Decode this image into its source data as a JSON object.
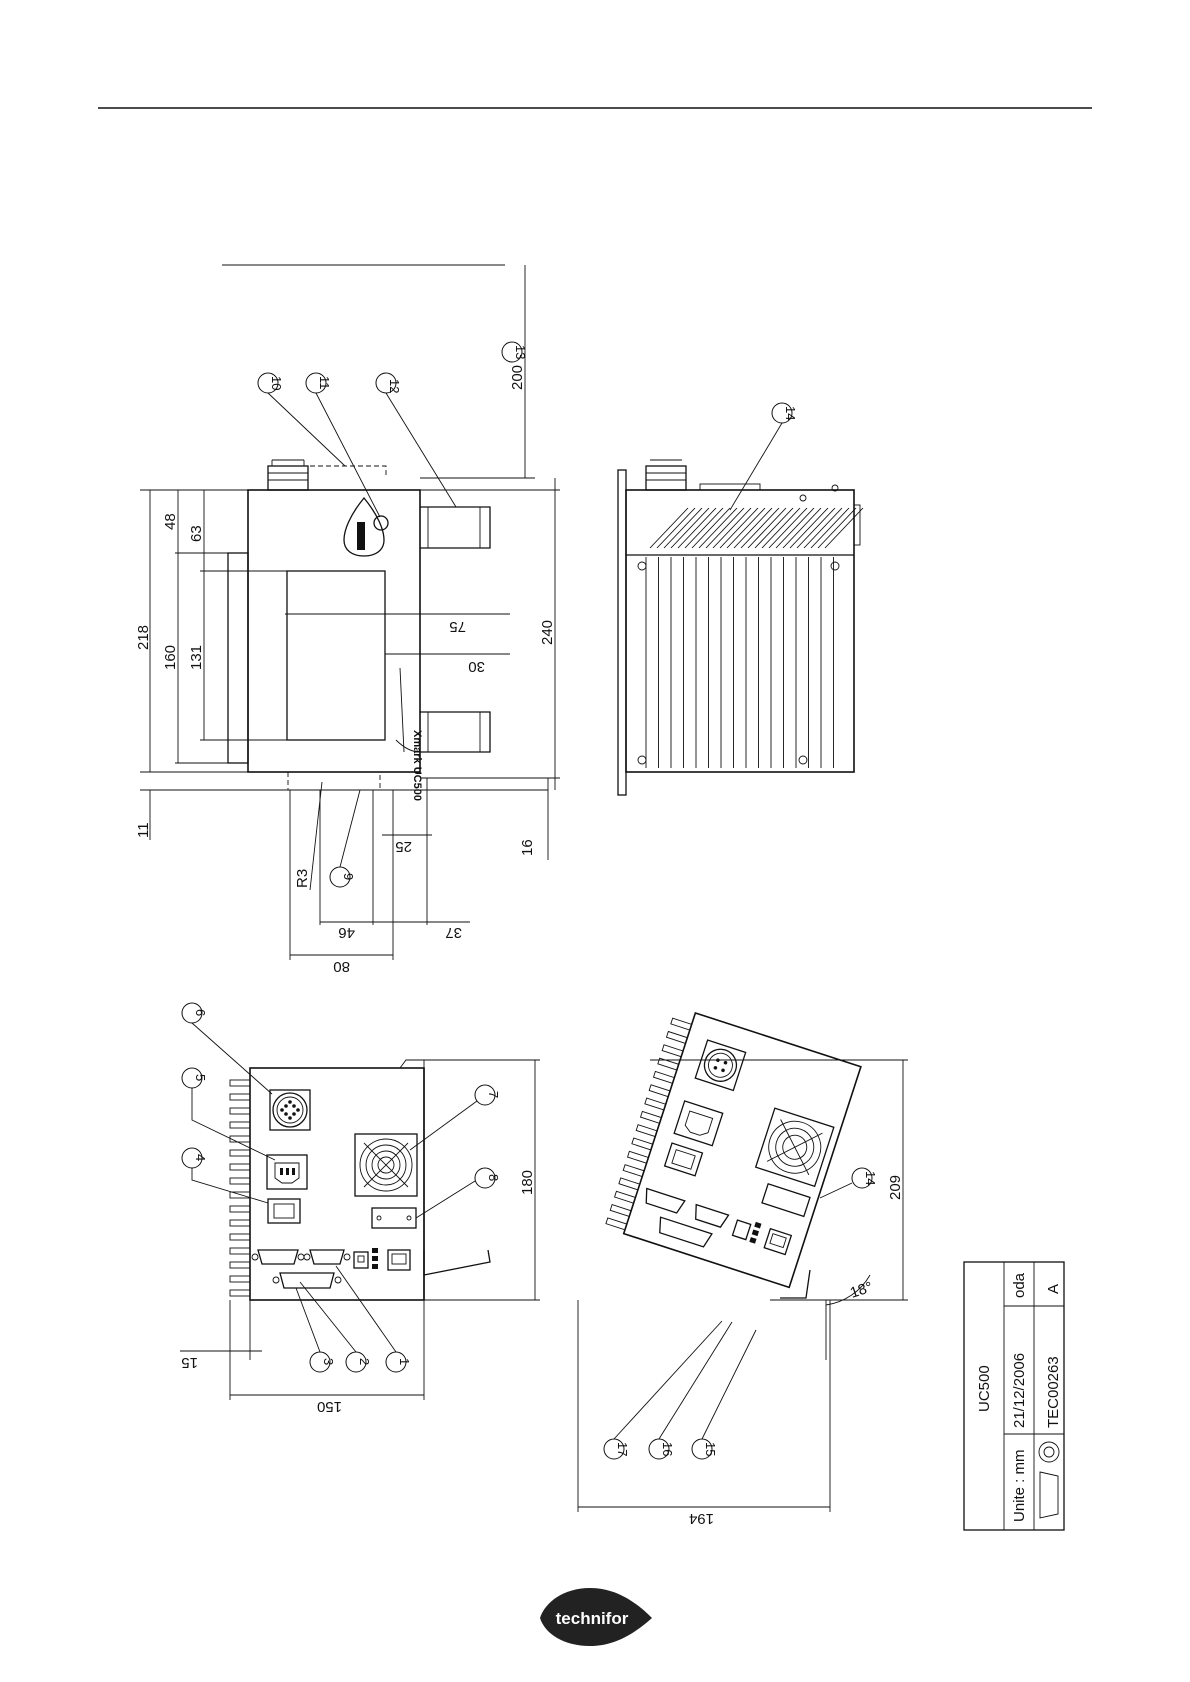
{
  "views": {
    "top": {
      "dims": {
        "d200": "200",
        "d218": "218",
        "d160": "160",
        "d131": "131",
        "d48": "48",
        "d63": "63",
        "d11": "11",
        "d240": "240",
        "d75": "75",
        "d30": "30",
        "d25": "25",
        "d16": "16",
        "d46": "46",
        "d37": "37",
        "d80": "80",
        "r3": "R3"
      },
      "callouts": {
        "c9": "9",
        "c10": "10",
        "c11": "11",
        "c12": "12",
        "c13": "13"
      }
    },
    "side": {
      "callouts": {
        "c14": "14"
      }
    },
    "rear": {
      "dims": {
        "d180": "180",
        "d15": "15",
        "d150": "150"
      },
      "callouts": {
        "c1": "1",
        "c2": "2",
        "c3": "3",
        "c4": "4",
        "c5": "5",
        "c6": "6",
        "c7": "7",
        "c8": "8"
      }
    },
    "tilted": {
      "dims": {
        "d209": "209",
        "d194": "194",
        "angle": "18°"
      },
      "callouts": {
        "c14": "14",
        "c15": "15",
        "c16": "16",
        "c17": "17"
      }
    }
  },
  "title_block": {
    "model": "UC500",
    "unit": "Unite : mm",
    "date": "21/12/2006",
    "reference": "TEC00263",
    "rev_label": "oda",
    "rev_value": "A"
  },
  "footer": {
    "logo_text": "technifor",
    "logo_icon": "technifor-drop-logo"
  }
}
